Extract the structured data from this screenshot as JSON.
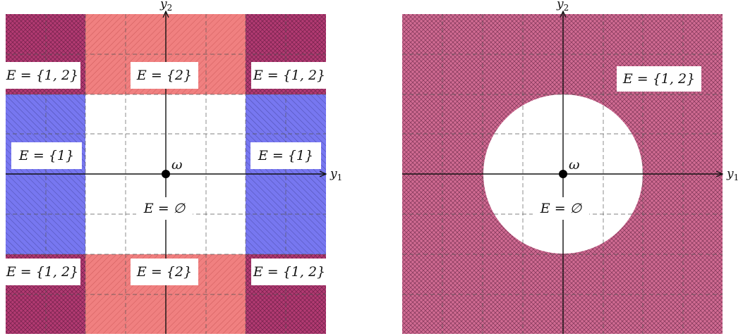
{
  "colors": {
    "red": "#f08080",
    "blue": "#7777f0",
    "purple": "#b23a72",
    "magenta": "#d06b92",
    "axis": "#111111",
    "grid": "#666666"
  },
  "left_panel": {
    "axis_y1": "y",
    "axis_y1_sub": "1",
    "axis_y2": "y",
    "axis_y2_sub": "2",
    "point_label": "ω",
    "regions": {
      "both": "E = {1, 2}",
      "two": "E = {2}",
      "one": "E = {1}",
      "empty": "E = ∅"
    }
  },
  "right_panel": {
    "axis_y1": "y",
    "axis_y1_sub": "1",
    "axis_y2": "y",
    "axis_y2_sub": "2",
    "point_label": "ω",
    "regions": {
      "both": "E = {1, 2}",
      "empty": "E = ∅"
    }
  }
}
